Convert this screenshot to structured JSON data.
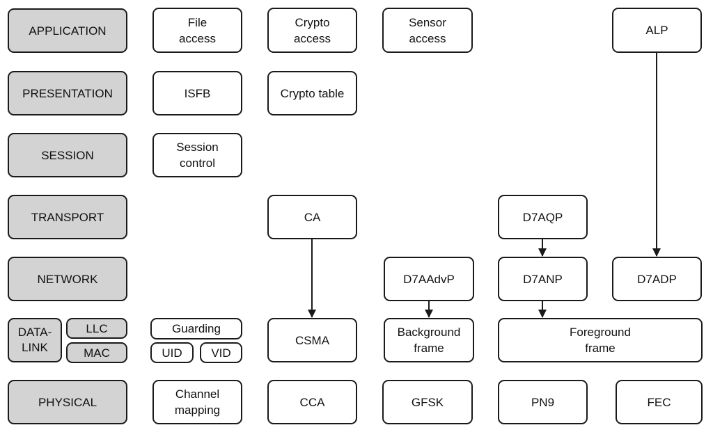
{
  "layers": {
    "application": "APPLICATION",
    "presentation": "PRESENTATION",
    "session": "SESSION",
    "transport": "TRANSPORT",
    "network": "NETWORK",
    "datalink": "DATA-\nLINK",
    "llc": "LLC",
    "mac": "MAC",
    "physical": "PHYSICAL"
  },
  "blocks": {
    "file_access": "File\naccess",
    "crypto_access": "Crypto\naccess",
    "sensor_access": "Sensor\naccess",
    "alp": "ALP",
    "isfb": "ISFB",
    "crypto_table": "Crypto table",
    "session_control": "Session\ncontrol",
    "ca": "CA",
    "d7aqp": "D7AQP",
    "d7aadvp": "D7AAdvP",
    "d7anp": "D7ANP",
    "d7adp": "D7ADP",
    "guarding": "Guarding",
    "uid": "UID",
    "vid": "VID",
    "csma": "CSMA",
    "background_frame": "Background\nframe",
    "foreground_frame": "Foreground\nframe",
    "channel_mapping": "Channel\nmapping",
    "cca": "CCA",
    "gfsk": "GFSK",
    "pn9": "PN9",
    "fec": "FEC"
  },
  "colors": {
    "layer_fill": "#d3d3d3",
    "border": "#1a1a1a"
  }
}
